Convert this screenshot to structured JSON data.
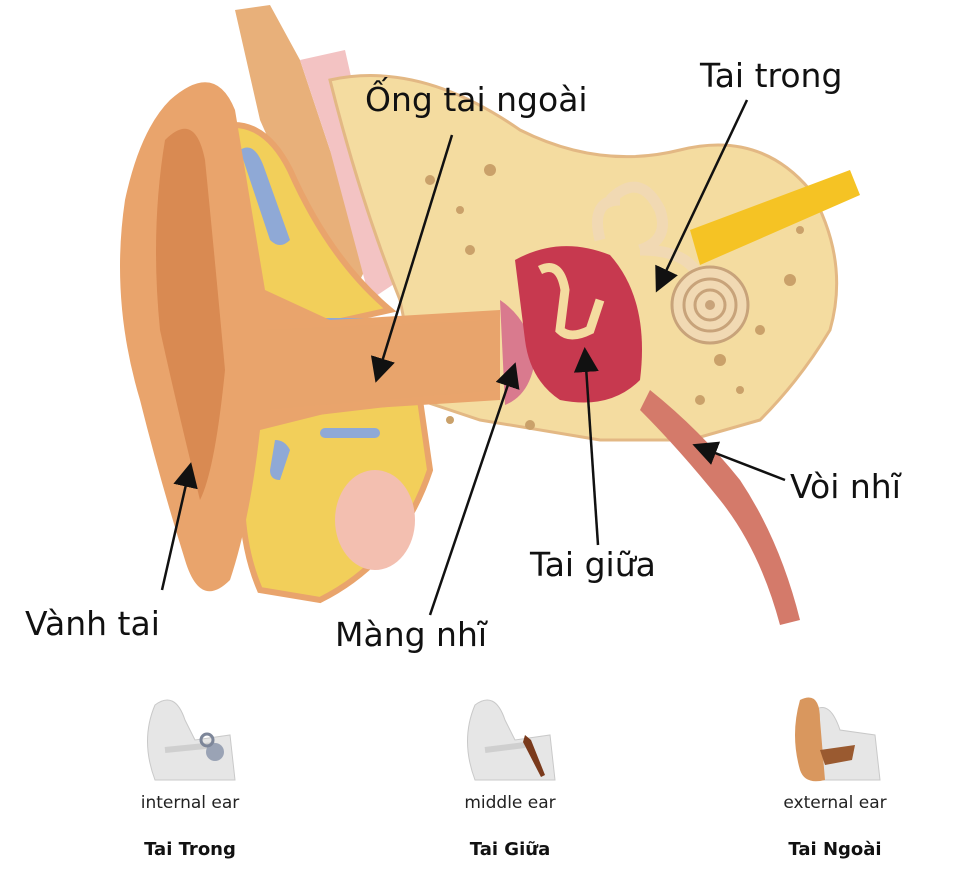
{
  "labels": {
    "outer_canal": "Ống tai ngoài",
    "inner_ear": "Tai trong",
    "eustachian_tube": "Vòi nhĩ",
    "middle_ear": "Tai giữa",
    "pinna": "Vành tai",
    "eardrum": "Màng nhĩ"
  },
  "legend": [
    {
      "english": "internal ear",
      "vietnamese": "Tai Trong"
    },
    {
      "english": "middle ear",
      "vietnamese": "Tai Giữa"
    },
    {
      "english": "external ear",
      "vietnamese": "Tai Ngoài"
    }
  ],
  "colors": {
    "skin": "#e9a46c",
    "bone": "#f4dca0",
    "middle": "#c7394f",
    "fat": "#f2cf5a",
    "cartilage": "#8fa9d6"
  }
}
